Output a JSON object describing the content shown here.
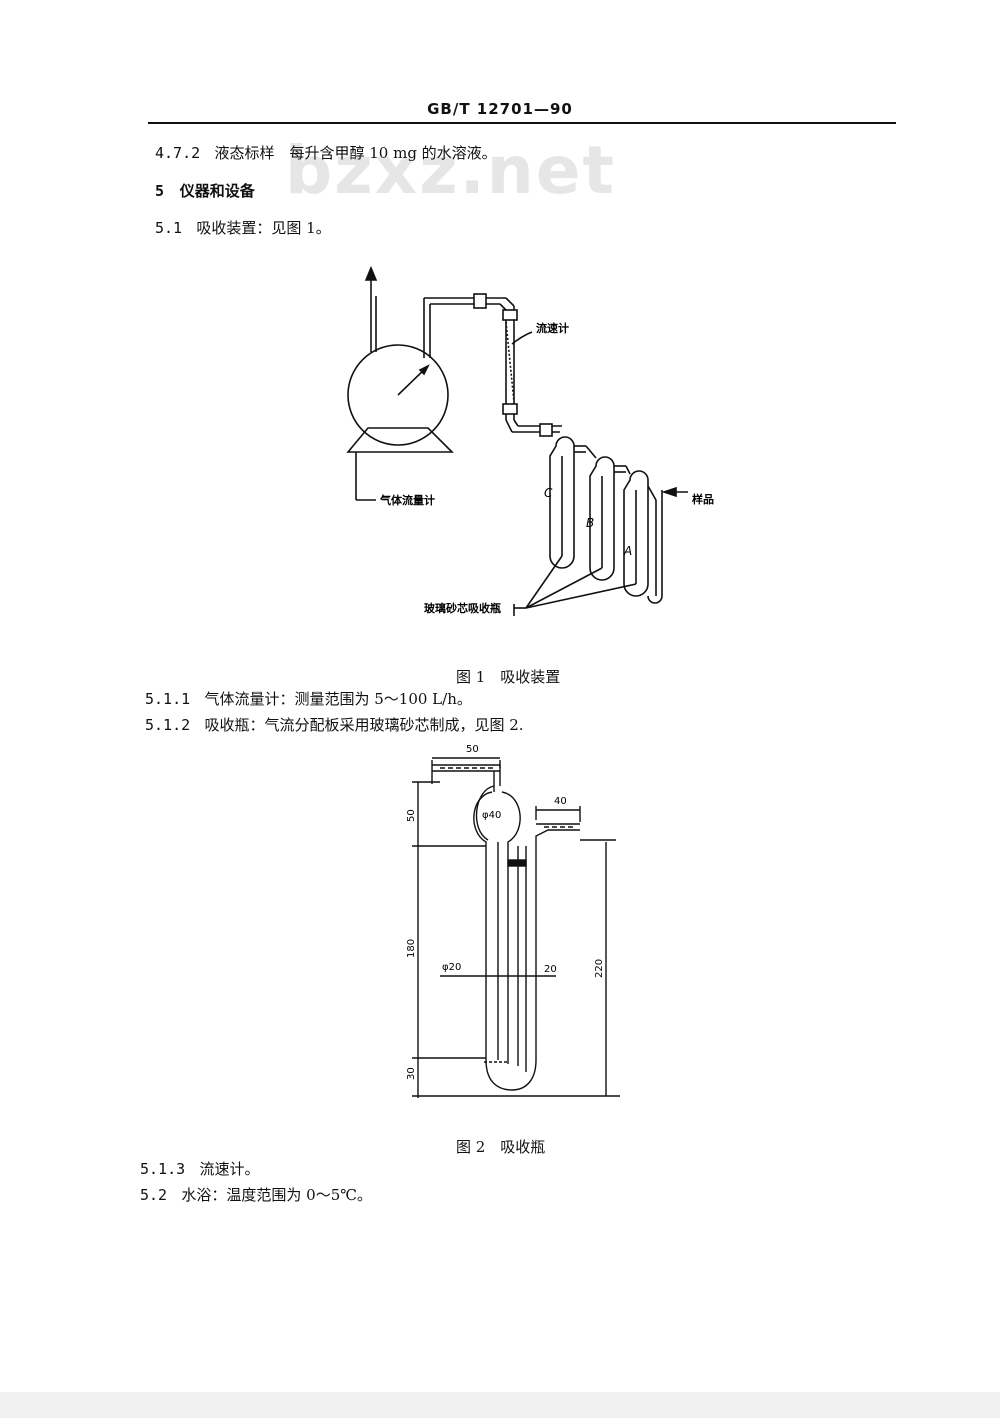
{
  "header": {
    "code": "GB/T 12701—90"
  },
  "watermark": "bzxz.net",
  "paragraphs": {
    "p472": {
      "num": "4.7.2",
      "text": "液态标样　每升含甲醇 10 mg 的水溶液。"
    },
    "s5": {
      "num": "5",
      "text": "仪器和设备"
    },
    "p51": {
      "num": "5.1",
      "text": "吸收装置：见图 1。"
    },
    "p511": {
      "num": "5.1.1",
      "text": "气体流量计：测量范围为 5～100 L/h。"
    },
    "p512": {
      "num": "5.1.2",
      "text": "吸收瓶：气流分配板采用玻璃砂芯制成，见图 2."
    },
    "p513": {
      "num": "5.1.3",
      "text": "流速计。"
    },
    "p52": {
      "num": "5.2",
      "text": "水浴：温度范围为 0～5℃。"
    }
  },
  "figure1": {
    "caption": "图 1　吸收装置",
    "labels": {
      "flowmeter_rate": "流速计",
      "gas_meter": "气体流量计",
      "sample": "样品",
      "bottles": "玻璃砂芯吸收瓶",
      "bottle_a": "A",
      "bottle_b": "B",
      "bottle_c": "C"
    }
  },
  "figure2": {
    "caption": "图 2　吸收瓶",
    "dimensions": {
      "top_width": "50",
      "side_tube": "40",
      "bulb_diameter": "φ40",
      "bulb_height": "50",
      "body_height": "180",
      "tube_diameter": "φ20",
      "side_diameter": "20",
      "total_height": "220",
      "bottom_height": "30"
    }
  }
}
